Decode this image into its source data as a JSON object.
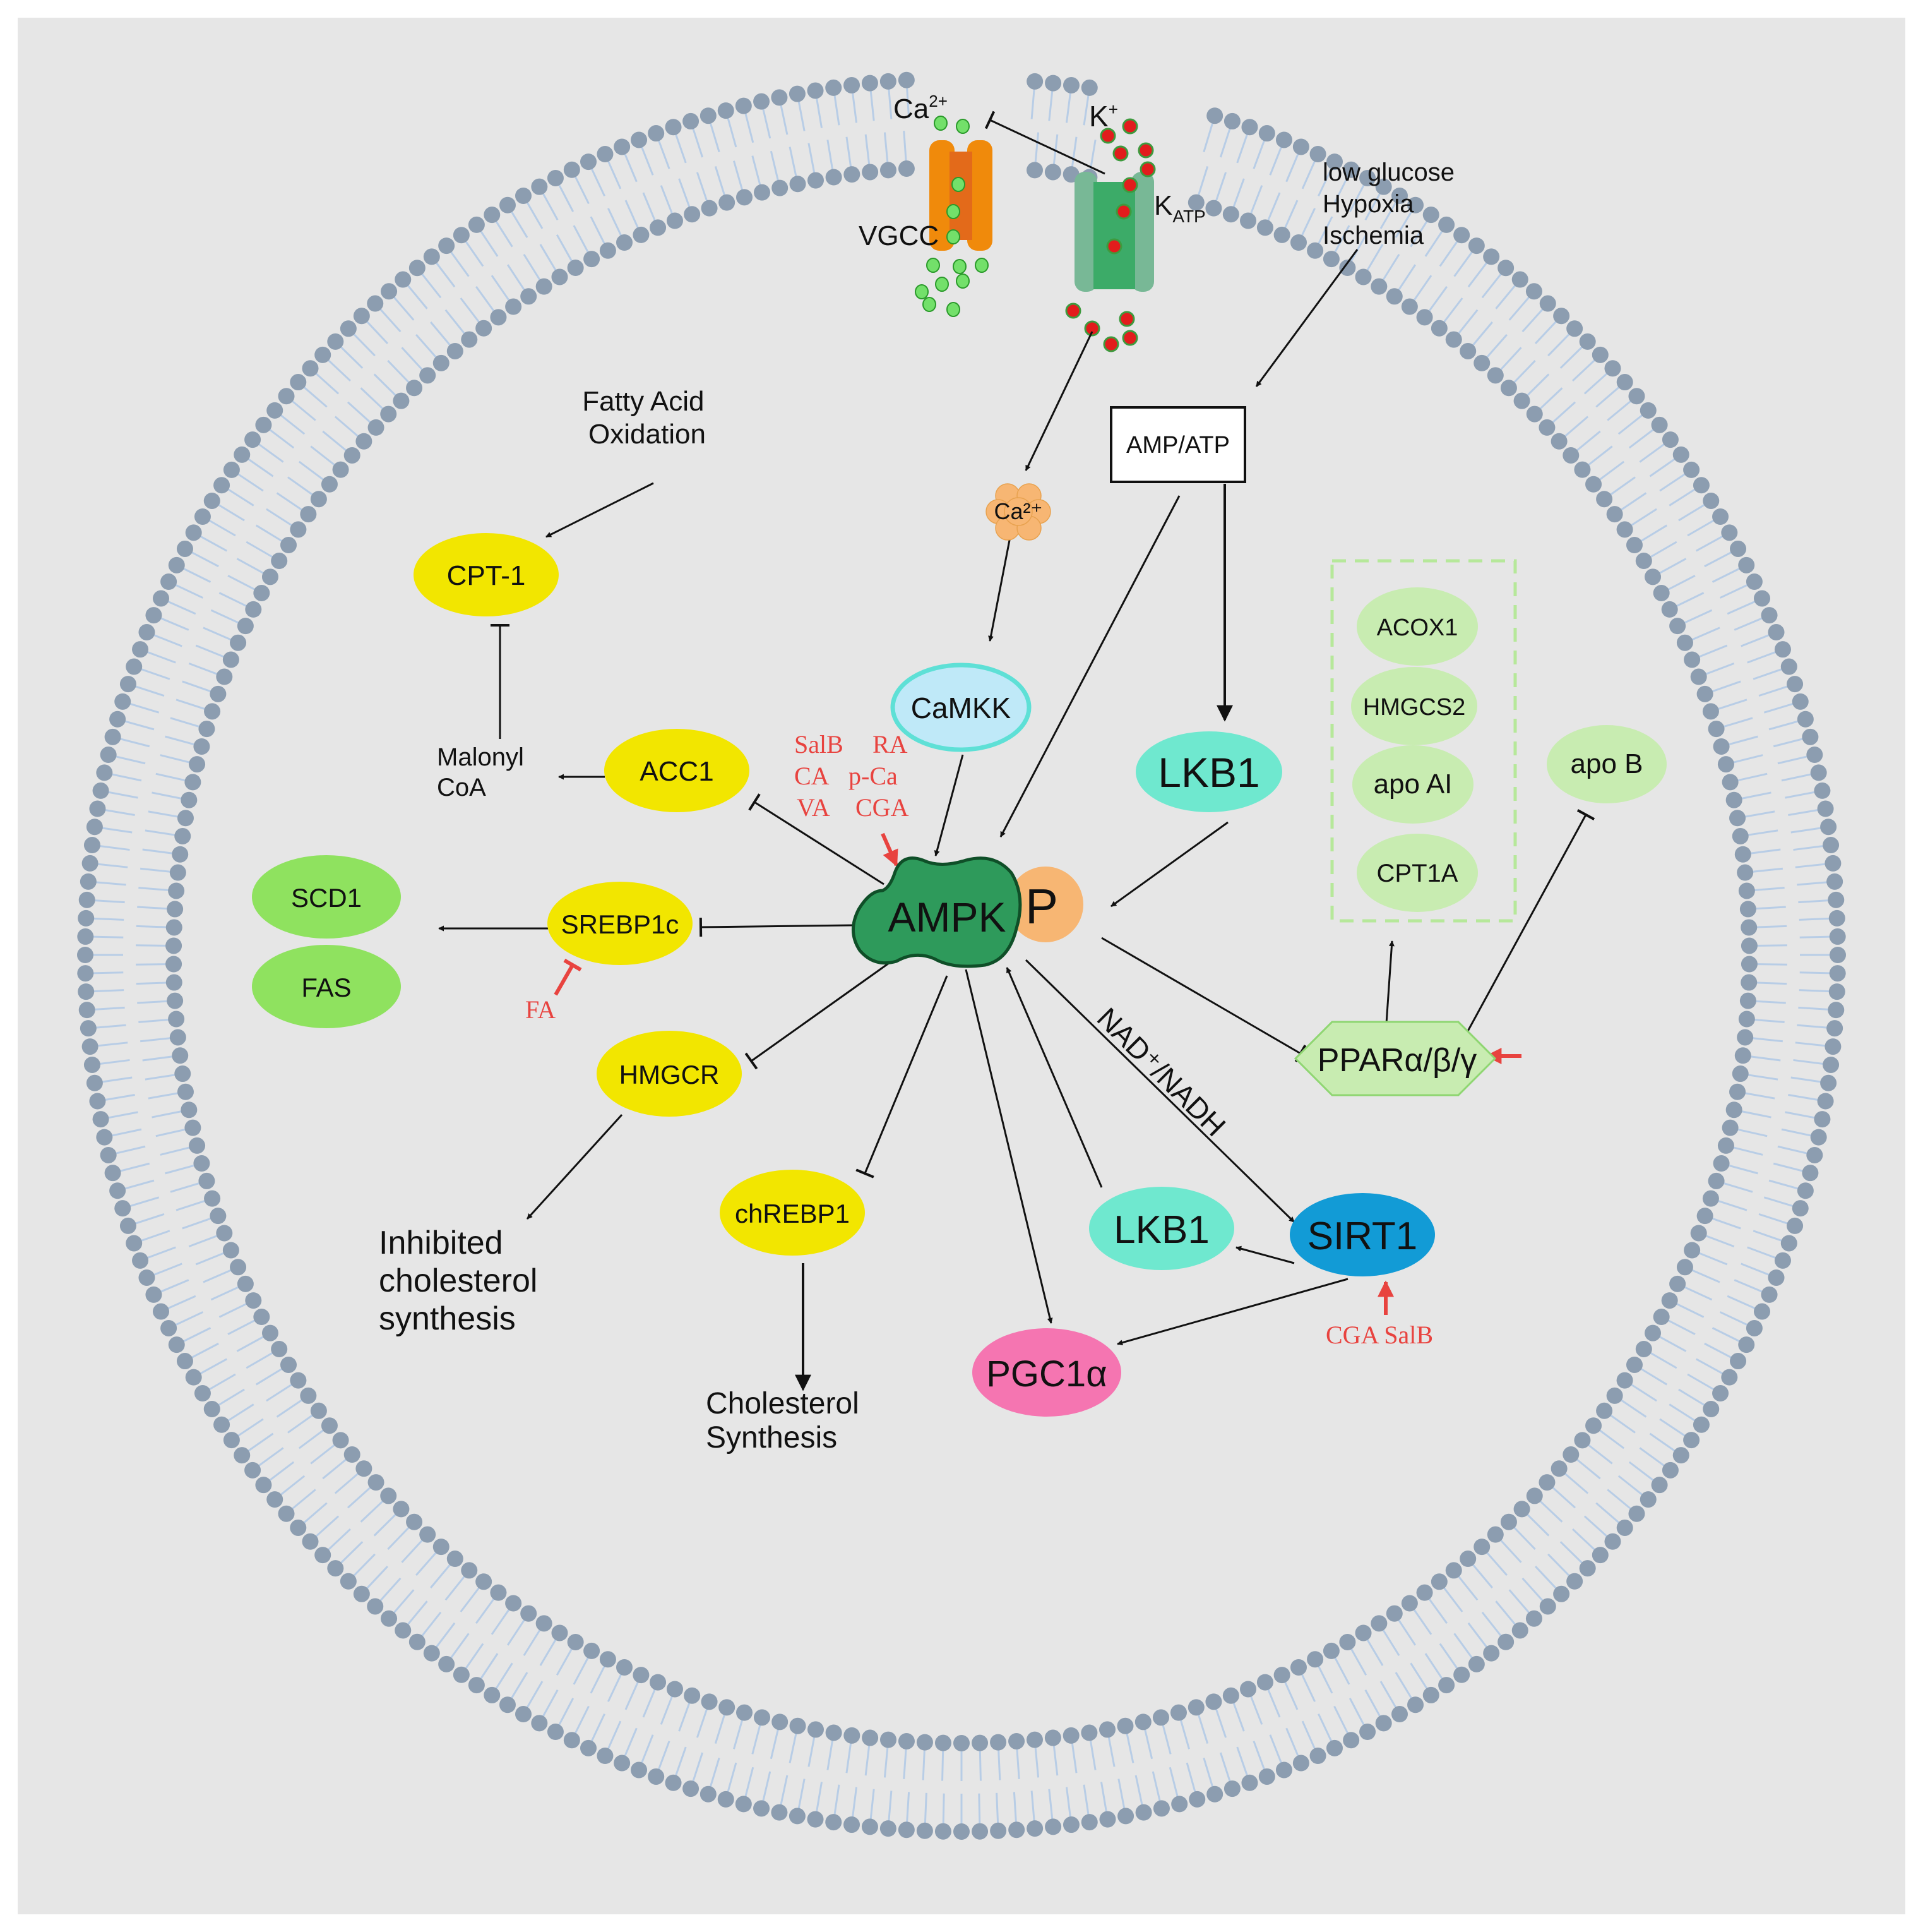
{
  "colors": {
    "background": "#e6e6e6",
    "membrane_head": "#8c9db0",
    "membrane_tail": "#b8cde6",
    "ampk": "#2e9a5b",
    "phospho": "#f7b673",
    "yellow_node": "#f2e600",
    "teal_node": "#6fe8cf",
    "green_node": "#8fe25f",
    "light_green_node": "#c8ecb1",
    "sirt1": "#129bd6",
    "pgc1a": "#f575b1",
    "camkk_fill": "#bfe9f8",
    "camkk_stroke": "#5ee0d6",
    "vgcc": "#f08a0b",
    "katp": "#78b896",
    "ca_ion": "#73e06a",
    "k_ion": "#e21c1c",
    "red_label": "#e8433f"
  },
  "nodes": {
    "ampk": "AMPK",
    "phospho": "P",
    "lkb1_top": "LKB1",
    "lkb1_bottom": "LKB1",
    "camkk": "CaMKK",
    "amp_atp": "AMP/ATP",
    "cpt1": "CPT-1",
    "acc1": "ACC1",
    "srebp1c": "SREBP1c",
    "scd1": "SCD1",
    "fas": "FAS",
    "hmgcr": "HMGCR",
    "chrebp1": "chREBP1",
    "sirt1": "SIRT1",
    "pgc1a": "PGC1α",
    "ppar": "PPARα/β/γ",
    "apob": "apo B",
    "acox1": "ACOX1",
    "hmgcs2": "HMGCS2",
    "apoai": "apo AI",
    "cpt1a": "CPT1A",
    "ca_inner": "Ca²⁺"
  },
  "labels": {
    "ca_outer_base": "Ca",
    "ca_outer_sup": "2+",
    "k_base": "K",
    "k_sup": "+",
    "vgcc": "VGCC",
    "katp_base": "K",
    "katp_sub": "ATP",
    "stress": [
      "low glucose",
      "Hypoxia",
      "Ischemia"
    ],
    "fatty_acid": [
      "Fatty Acid",
      "Oxidation"
    ],
    "malonyl": [
      "Malonyl",
      "CoA"
    ],
    "inhibited_chol": [
      "Inhibited",
      "cholesterol",
      "synthesis"
    ],
    "chol_synth": [
      "Cholesterol",
      "Synthesis"
    ],
    "nad": "NAD⁺/NADH"
  },
  "red_labels": {
    "compounds": [
      "SalB",
      "RA",
      "CA",
      "p-Ca",
      "VA",
      "CGA"
    ],
    "fa": "FA",
    "sirt1_activators": "CGA SalB"
  }
}
